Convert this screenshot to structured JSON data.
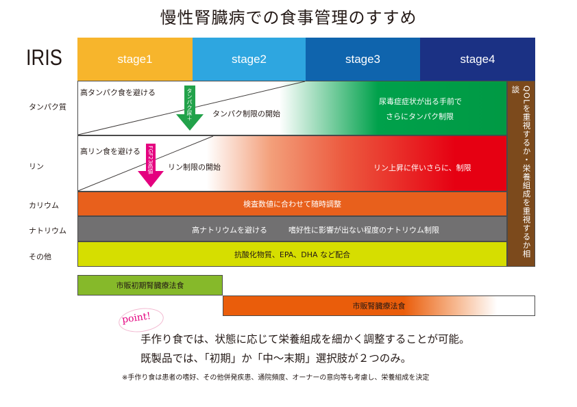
{
  "title": "慢性腎臓病での食事管理のすすめ",
  "iris_label": "IRIS",
  "stages": [
    "stage1",
    "stage2",
    "stage3",
    "stage4"
  ],
  "row_labels": {
    "protein": "タンパク質",
    "phosphorus": "リン",
    "potassium": "カリウム",
    "sodium": "ナトリウム",
    "other": "その他"
  },
  "protein": {
    "avoid": "高タンパク食を避ける",
    "arrow_label": "タンパク尿＋",
    "start": "タンパク制限の開始",
    "late_line1": "尿毒症症状が出る手前で",
    "late_line2": "さらにタンパク制限"
  },
  "phosphorus": {
    "avoid": "高リン食を避ける",
    "arrow_label": "FGF23高値",
    "start": "リン制限の開始",
    "late": "リン上昇に伴いさらに、制限"
  },
  "potassium_text": "検査数値に合わせて随時調整",
  "sodium_text1": "高ナトリウムを避ける",
  "sodium_text2": "嗜好性に影響が出ない程度のナトリウム制限",
  "other_text": "抗酸化物質、EPA、DHA など配合",
  "qol_text": "QOLを重視するか・栄養組成を重視するか相談",
  "early_food": "市販初期腎臓療法食",
  "later_food": "市販腎臓療法食",
  "point_label": "point!",
  "note_line1": "手作り食では、状態に応じて栄養組成を細かく調整することが可能。",
  "note_line2": "既製品では、「初期」か「中～末期」選択肢が２つのみ。",
  "footnote": "※手作り食は患者の嗜好、その他併発疾患、通院頻度、オーナーの意向等も考慮し、栄養組成を決定",
  "colors": {
    "stage1": "#f7b52c",
    "stage2": "#2ea6e0",
    "stage3": "#0f64ad",
    "stage4": "#1b3184",
    "protein_green": "#009944",
    "phos_red": "#e60012",
    "potassium_orange": "#e8601c",
    "sodium_gray": "#717071",
    "other_yellow": "#d6de00",
    "qol_brown": "#7c4a1c",
    "early_green": "#86b92a",
    "later_orange": "#ea5d0b",
    "arrow_green": "#22a24a",
    "arrow_pink": "#e4007f"
  }
}
